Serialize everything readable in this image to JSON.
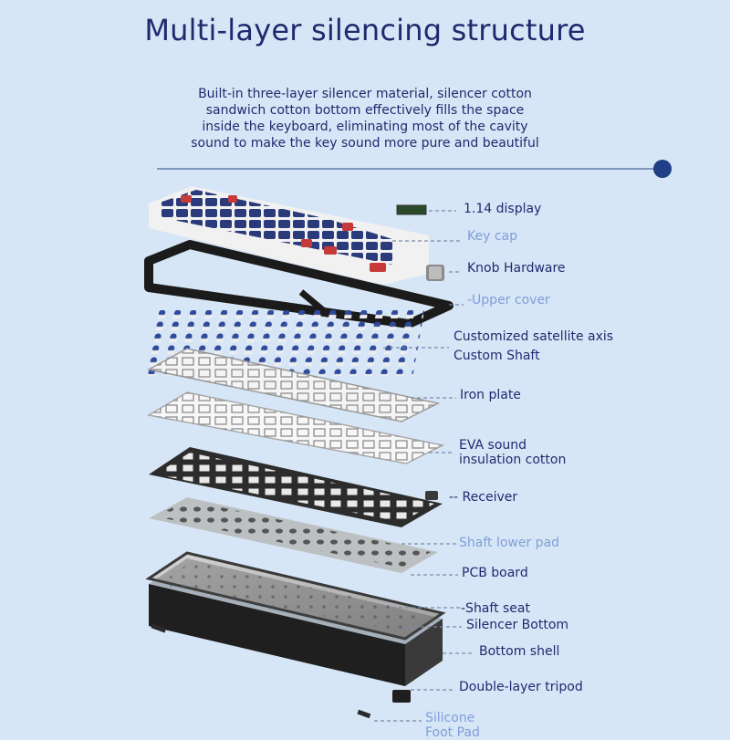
{
  "title": "Multi-layer silencing structure",
  "subtitle": {
    "line1": "Built-in three-layer silencer material, silencer cotton",
    "line2": "sandwich cotton bottom effectively fills the space",
    "line3": "inside the keyboard, eliminating most of the cavity",
    "line4": "sound to make the key sound more pure and beautiful"
  },
  "labels": {
    "display": "1.14 display",
    "keycap": "Key cap",
    "knob": "Knob Hardware",
    "upper_cover": "-Upper cover",
    "satellite_axis": "Customized satellite axis",
    "custom_shaft": "Custom Shaft",
    "iron_plate": "Iron plate",
    "eva_line1": "EVA sound",
    "eva_line2": "insulation cotton",
    "receiver": "-- Receiver",
    "shaft_lower_pad": "Shaft lower pad",
    "pcb_board": "PCB board",
    "shaft_seat": "-Shaft seat",
    "silencer_bottom": "Silencer Bottom",
    "bottom_shell": "Bottom shell",
    "tripod": "Double-layer tripod",
    "silicone_line1": "Silicone",
    "silicone_line2": "Foot Pad"
  },
  "colors": {
    "navy_text": "#1f2a6e",
    "light_text": "#7f9ed8",
    "keycap_navy": "#2b3a7a",
    "keycap_red": "#c63a3a",
    "keycap_white": "#f1f1f1"
  }
}
